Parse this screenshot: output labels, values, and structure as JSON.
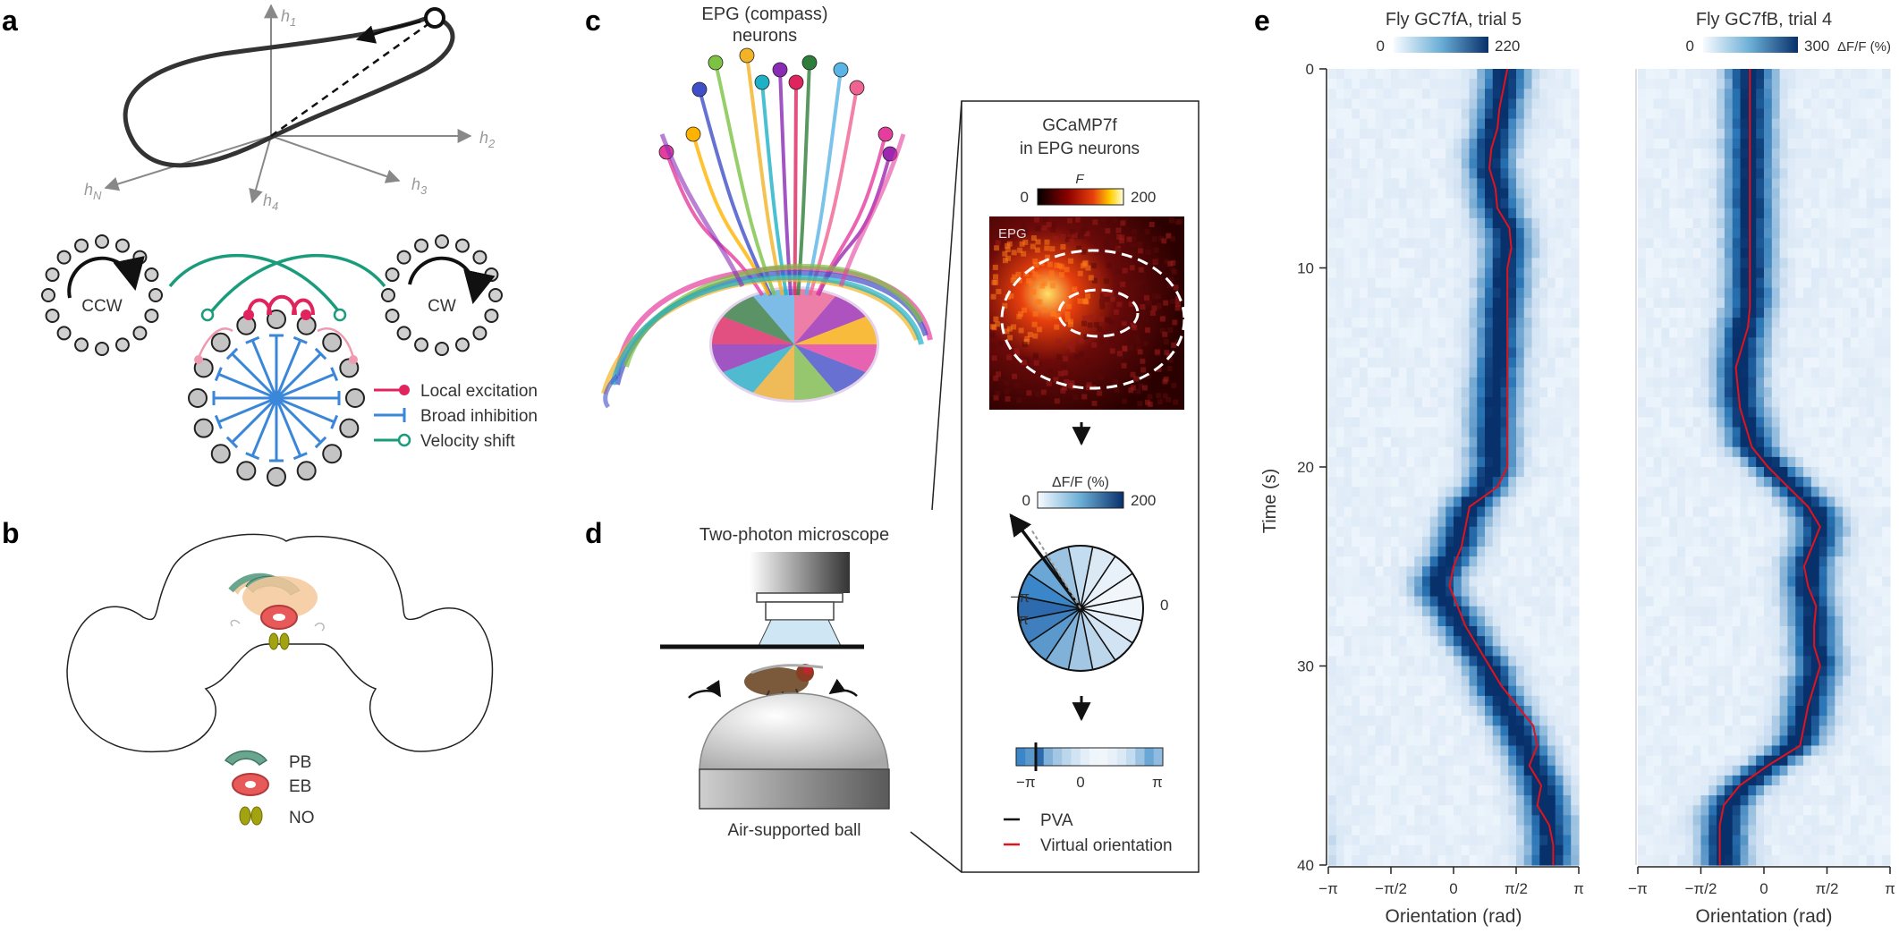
{
  "panels": {
    "a": {
      "letter": "a",
      "axes": [
        "h",
        "h",
        "h",
        "h",
        "h"
      ],
      "axis_subs": [
        "1",
        "2",
        "3",
        "4",
        "N"
      ],
      "ring_left_label": "CCW",
      "ring_right_label": "CW",
      "legend": [
        "Local excitation",
        "Broad inhibition",
        "Velocity shift"
      ]
    },
    "b": {
      "letter": "b",
      "legend": [
        "PB",
        "EB",
        "NO"
      ]
    },
    "c": {
      "letter": "c",
      "title_line1": "EPG (compass)",
      "title_line2": "neurons",
      "inset_title_line1": "GCaMP7f",
      "inset_title_line2": "in EPG neurons",
      "f_label": "F",
      "f_min": "0",
      "f_max": "200",
      "epg_tag": "EPG",
      "dff_label": "ΔF/F (%)",
      "dff_min": "0",
      "dff_max": "200",
      "ring_minus_pi": "−π",
      "ring_pi": "π",
      "ring_zero": "0",
      "bar_min": "−π",
      "bar_mid": "0",
      "bar_max": "π",
      "legend_pva": "PVA",
      "legend_virtual": "Virtual orientation"
    },
    "d": {
      "letter": "d",
      "microscope_label": "Two-photon microscope",
      "ball_label": "Air-supported ball"
    },
    "e": {
      "letter": "e",
      "y_label": "Time (s)",
      "x_label": "Orientation (rad)",
      "y_ticks": [
        "0",
        "10",
        "20",
        "30",
        "40"
      ],
      "x_ticks": [
        "−π",
        "−π/2",
        "0",
        "π/2",
        "π"
      ]
    }
  },
  "colors": {
    "excitation": "#e0245e",
    "inhibition": "#3a86d8",
    "velocity": "#1a9c7c",
    "heat_dark": "#08306b",
    "trace": "#e3121b"
  },
  "chart_data": [
    {
      "type": "heatmap",
      "title": "Fly GC7fA, trial 5",
      "colorbar_min": "0",
      "colorbar_max": "220",
      "colorbar_unit": "",
      "xlabel": "Orientation (rad)",
      "ylabel": "Time (s)",
      "ylim": [
        0,
        40
      ],
      "xlim": [
        -3.1416,
        3.1416
      ],
      "bump_trace": [
        [
          0,
          1.3
        ],
        [
          1,
          1.25
        ],
        [
          2,
          1.15
        ],
        [
          3,
          1.05
        ],
        [
          4,
          0.95
        ],
        [
          5,
          0.9
        ],
        [
          6,
          1.05
        ],
        [
          7,
          1.1
        ],
        [
          8,
          1.3
        ],
        [
          9,
          1.35
        ],
        [
          10,
          1.3
        ],
        [
          12,
          1.2
        ],
        [
          14,
          1.15
        ],
        [
          16,
          1.05
        ],
        [
          18,
          1.0
        ],
        [
          20,
          1.0
        ],
        [
          21,
          0.8
        ],
        [
          22,
          0.4
        ],
        [
          23,
          0.2
        ],
        [
          24,
          0.1
        ],
        [
          25,
          -0.2
        ],
        [
          26,
          -0.45
        ],
        [
          27,
          -0.1
        ],
        [
          28,
          0.2
        ],
        [
          29,
          0.5
        ],
        [
          30,
          0.9
        ],
        [
          31,
          1.0
        ],
        [
          32,
          1.3
        ],
        [
          33,
          1.55
        ],
        [
          34,
          1.8
        ],
        [
          35,
          2.0
        ],
        [
          36,
          2.2
        ],
        [
          37,
          2.3
        ],
        [
          38,
          2.4
        ],
        [
          39,
          2.45
        ],
        [
          40,
          2.4
        ]
      ],
      "red_trace": [
        [
          0,
          1.35
        ],
        [
          1,
          1.25
        ],
        [
          2,
          1.15
        ],
        [
          3,
          1.1
        ],
        [
          4,
          0.95
        ],
        [
          5,
          0.9
        ],
        [
          6,
          1.05
        ],
        [
          7,
          1.1
        ],
        [
          8,
          1.4
        ],
        [
          9,
          1.45
        ],
        [
          10,
          1.35
        ],
        [
          12,
          1.35
        ],
        [
          14,
          1.35
        ],
        [
          16,
          1.35
        ],
        [
          18,
          1.35
        ],
        [
          20,
          1.35
        ],
        [
          21,
          1.1
        ],
        [
          22,
          0.4
        ],
        [
          23,
          0.3
        ],
        [
          24,
          0.2
        ],
        [
          25,
          0.0
        ],
        [
          26,
          -0.1
        ],
        [
          27,
          0.1
        ],
        [
          28,
          0.3
        ],
        [
          29,
          0.6
        ],
        [
          30,
          0.9
        ],
        [
          31,
          1.2
        ],
        [
          32,
          1.6
        ],
        [
          33,
          2.0
        ],
        [
          34,
          2.1
        ],
        [
          35,
          1.9
        ],
        [
          36,
          2.2
        ],
        [
          37,
          2.1
        ],
        [
          38,
          2.4
        ],
        [
          39,
          2.5
        ],
        [
          40,
          2.5
        ]
      ]
    },
    {
      "type": "heatmap",
      "title": "Fly GC7fB, trial 4",
      "colorbar_min": "0",
      "colorbar_max": "300",
      "colorbar_unit": "ΔF/F (%)",
      "xlabel": "Orientation (rad)",
      "ylabel": "",
      "ylim": [
        0,
        40
      ],
      "xlim": [
        -3.1416,
        3.1416
      ],
      "bump_trace": [
        [
          0,
          -0.35
        ],
        [
          4,
          -0.35
        ],
        [
          8,
          -0.35
        ],
        [
          12,
          -0.35
        ],
        [
          13,
          -0.5
        ],
        [
          14,
          -0.55
        ],
        [
          15,
          -0.6
        ],
        [
          16,
          -0.6
        ],
        [
          17,
          -0.55
        ],
        [
          18,
          -0.4
        ],
        [
          19,
          -0.3
        ],
        [
          20,
          0.2
        ],
        [
          21,
          0.7
        ],
        [
          22,
          1.2
        ],
        [
          23,
          1.4
        ],
        [
          24,
          1.3
        ],
        [
          25,
          1.1
        ],
        [
          26,
          1.1
        ],
        [
          27,
          1.2
        ],
        [
          28,
          1.25
        ],
        [
          29,
          1.25
        ],
        [
          30,
          1.35
        ],
        [
          31,
          1.2
        ],
        [
          32,
          1.1
        ],
        [
          33,
          1.0
        ],
        [
          34,
          0.8
        ],
        [
          35,
          0.1
        ],
        [
          36,
          -0.5
        ],
        [
          37,
          -0.9
        ],
        [
          38,
          -1.0
        ],
        [
          39,
          -1.0
        ],
        [
          40,
          -1.0
        ]
      ],
      "red_trace": [
        [
          0,
          -0.35
        ],
        [
          4,
          -0.35
        ],
        [
          8,
          -0.35
        ],
        [
          12,
          -0.35
        ],
        [
          13,
          -0.4
        ],
        [
          14,
          -0.55
        ],
        [
          15,
          -0.7
        ],
        [
          16,
          -0.65
        ],
        [
          17,
          -0.6
        ],
        [
          18,
          -0.45
        ],
        [
          19,
          -0.3
        ],
        [
          20,
          0.1
        ],
        [
          21,
          0.6
        ],
        [
          22,
          1.1
        ],
        [
          23,
          1.4
        ],
        [
          24,
          1.2
        ],
        [
          25,
          1.0
        ],
        [
          26,
          1.1
        ],
        [
          27,
          1.3
        ],
        [
          28,
          1.25
        ],
        [
          29,
          1.25
        ],
        [
          30,
          1.4
        ],
        [
          31,
          1.25
        ],
        [
          32,
          1.1
        ],
        [
          33,
          1.0
        ],
        [
          34,
          0.9
        ],
        [
          35,
          0.1
        ],
        [
          36,
          -0.6
        ],
        [
          37,
          -1.0
        ],
        [
          38,
          -1.1
        ],
        [
          39,
          -1.1
        ],
        [
          40,
          -1.1
        ]
      ]
    }
  ]
}
